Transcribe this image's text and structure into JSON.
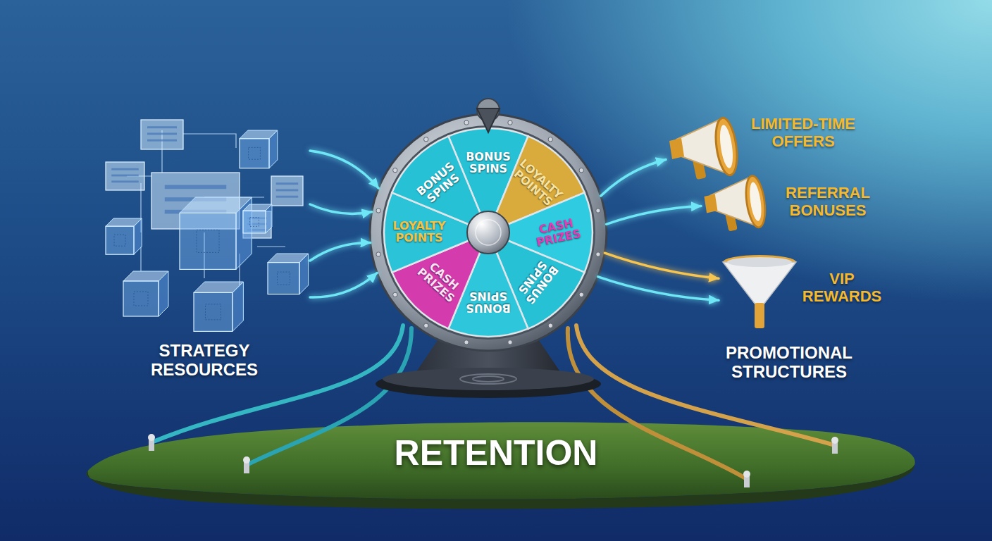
{
  "diagram": {
    "title": "RETENTION",
    "nodes": [
      {
        "text": [
          "STRATEGY RESOURCES"
        ]
      },
      {
        "text": [
          "BONUS SPINS",
          "LOYALTY POINTS",
          "CASH PRIZES",
          "BONUS SPINS",
          "BONUS SPINS",
          "CASH PRIZES",
          "LOYALTY POINTS",
          "BONUS SPINS"
        ]
      },
      {
        "text": [
          "LIMITED-TIME OFFERS"
        ]
      },
      {
        "text": [
          "REFERRAL BONUSES"
        ]
      },
      {
        "text": [
          "VIP REWARDS"
        ]
      }
    ],
    "edges": [
      {
        "from": 0,
        "to": 1,
        "arrow": "to"
      },
      {
        "from": 0,
        "to": 1,
        "arrow": "to"
      },
      {
        "from": 0,
        "to": 1,
        "arrow": "to"
      },
      {
        "from": 0,
        "to": 1,
        "arrow": "to"
      },
      {
        "from": 1,
        "to": 2,
        "arrow": "to"
      },
      {
        "from": 1,
        "to": 3,
        "arrow": "to"
      },
      {
        "from": 1,
        "to": 4,
        "arrow": "to"
      },
      {
        "from": 1,
        "to": 4,
        "arrow": "to"
      }
    ],
    "labels": [
      "PROMOTIONAL STRUCTURES"
    ]
  }
}
